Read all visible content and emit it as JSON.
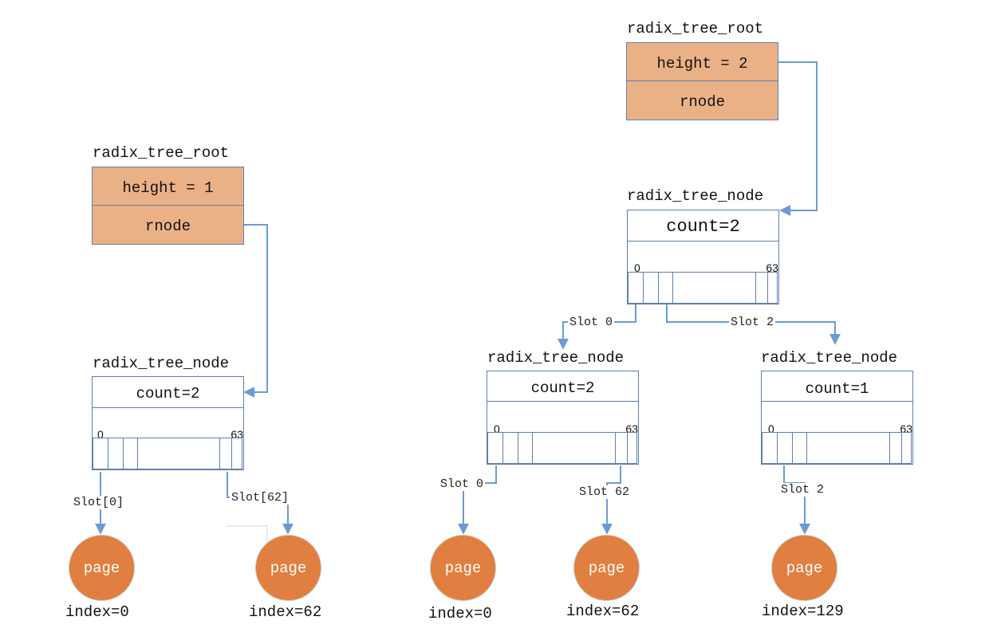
{
  "colors": {
    "root_fill": "#ebb186",
    "border": "#5e7fae",
    "arrow": "#6b9bd4",
    "page_fill": "#e07f3f"
  },
  "left": {
    "root": {
      "title": "radix_tree_root",
      "height": "height = 1",
      "rnode": "rnode"
    },
    "node": {
      "title": "radix_tree_node",
      "count": "count=2",
      "idx_start": "0",
      "idx_end": "63"
    },
    "edges": [
      {
        "label": "Slot[0]"
      },
      {
        "label": "Slot[62]"
      }
    ],
    "pages": [
      {
        "text": "page",
        "index": "index=0"
      },
      {
        "text": "page",
        "index": "index=62"
      }
    ]
  },
  "right": {
    "root": {
      "title": "radix_tree_root",
      "height": "height = 2",
      "rnode": "rnode"
    },
    "node": {
      "title": "radix_tree_node",
      "count": "count=2",
      "idx_start": "0",
      "idx_end": "63"
    },
    "top_edges": [
      {
        "label": "Slot 0"
      },
      {
        "label": "Slot 2"
      }
    ],
    "child_a": {
      "title": "radix_tree_node",
      "count": "count=2",
      "idx_start": "0",
      "idx_end": "63",
      "edges": [
        {
          "label": "Slot 0"
        },
        {
          "label": "Slot 62"
        }
      ]
    },
    "child_b": {
      "title": "radix_tree_node",
      "count": "count=1",
      "idx_start": "0",
      "idx_end": "63",
      "edges": [
        {
          "label": "Slot 2"
        }
      ]
    },
    "pages": [
      {
        "text": "page",
        "index": "index=0"
      },
      {
        "text": "page",
        "index": "index=62"
      },
      {
        "text": "page",
        "index": "index=129"
      }
    ]
  }
}
